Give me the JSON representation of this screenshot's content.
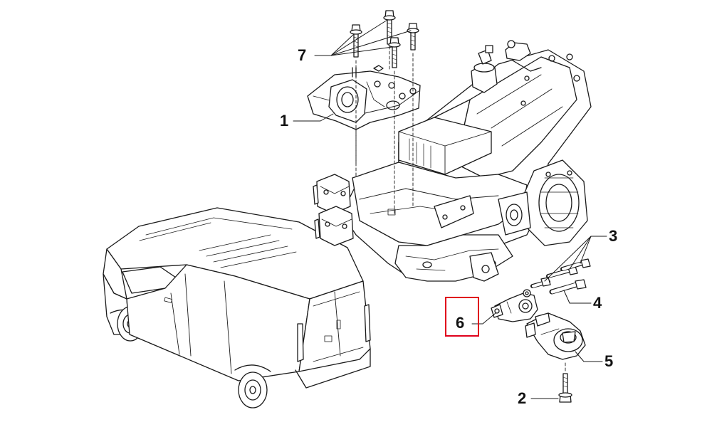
{
  "diagram": {
    "callouts": [
      {
        "id": "1",
        "label": "1"
      },
      {
        "id": "2",
        "label": "2"
      },
      {
        "id": "3",
        "label": "3"
      },
      {
        "id": "4",
        "label": "4"
      },
      {
        "id": "5",
        "label": "5"
      },
      {
        "id": "6",
        "label": "6"
      },
      {
        "id": "7",
        "label": "7"
      }
    ],
    "highlighted_callout": "6",
    "colors": {
      "line": "#1a1a1a",
      "highlight": "#e0001b",
      "background": "#ffffff"
    }
  }
}
